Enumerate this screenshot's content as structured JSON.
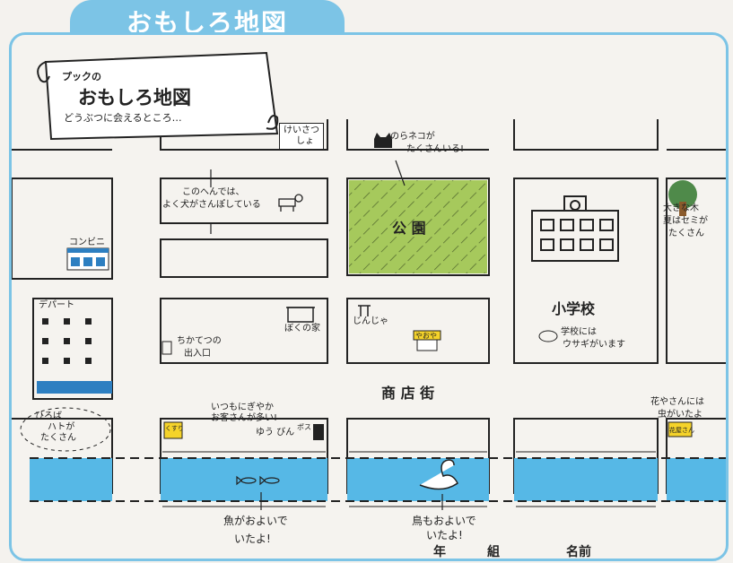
{
  "header": {
    "title": "おもしろ地図"
  },
  "scroll": {
    "line1": "プックの",
    "line2": "おもしろ地図",
    "line3": "どうぶつに会えるところ…"
  },
  "places": {
    "police": [
      "けいさつ",
      "しょ"
    ],
    "park": "公 園",
    "school": "小学校",
    "konbini": "コンビニ",
    "department": "デパート",
    "home": "ぼくの家",
    "shrine": "じんじゃ",
    "shop_sign": "やおや",
    "post": "ポスト",
    "bank": "ゆう びん",
    "kusuri": "くすり",
    "hanaya": "花屋さん",
    "big_tree": [
      "大きな木",
      "夏はセミが",
      "たくさん"
    ]
  },
  "notes": {
    "cat": [
      "のらネコが",
      "たくさんいる!"
    ],
    "dog": [
      "このへんでは、",
      "よく犬がさんぽしている"
    ],
    "subway": [
      "ちかてつの",
      "出入口"
    ],
    "school_rabbit": [
      "学校には",
      "ウサギがいます"
    ],
    "pigeons": [
      "ひろば",
      "ハトが",
      "たくさん"
    ],
    "busy": [
      "いつもにぎやか",
      "お客さんが多い!"
    ],
    "florist": [
      "花やさんには",
      "虫がいたよ"
    ],
    "fish": [
      "魚がおよいで",
      "いたよ!"
    ],
    "bird": [
      "鳥もおよいで",
      "いたよ!"
    ]
  },
  "street": "商 店 街",
  "footer": {
    "year": "年",
    "group": "組",
    "name": "名前"
  },
  "colors": {
    "accent": "#7cc4e6",
    "park": "#a6c95c",
    "river": "#56b8e6",
    "road_line": "#222222"
  }
}
